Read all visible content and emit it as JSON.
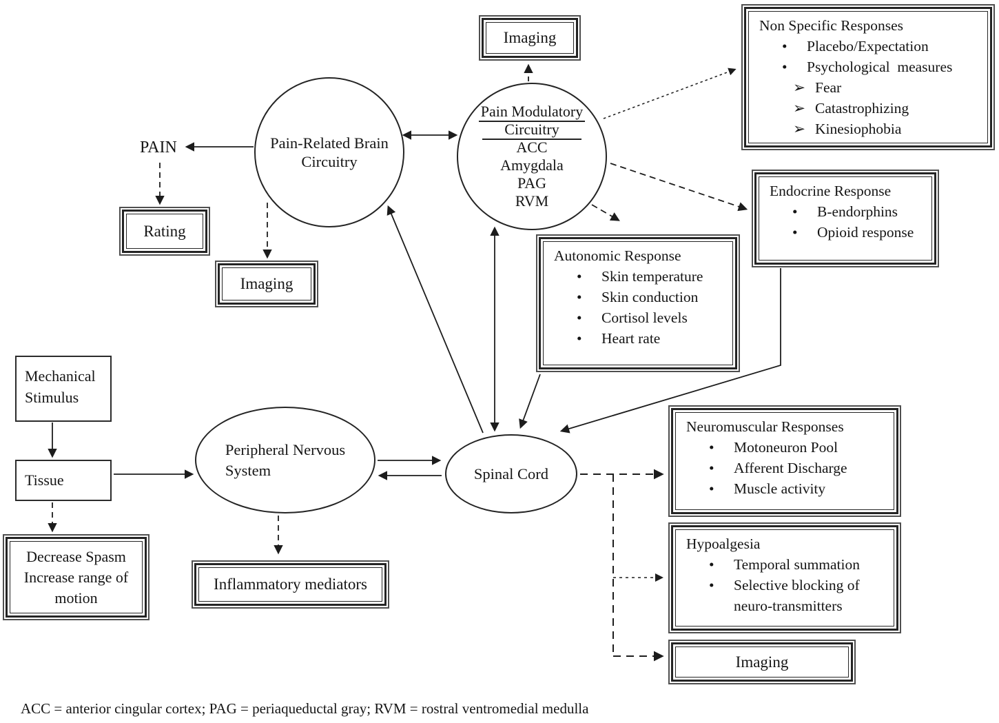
{
  "glyphs": {
    "bullet": "•",
    "arrow_bullet": "➢"
  },
  "colors": {
    "ink": "#1c1c1c",
    "border": "#242424",
    "background": "#ffffff"
  },
  "nodes": {
    "imaging_top": {
      "label": "Imaging"
    },
    "non_specific": {
      "title": "Non Specific Responses",
      "bullets": [
        "Placebo/Expectation",
        "Psychological  measures"
      ],
      "sub_bullets": [
        "Fear",
        "Catastrophizing",
        "Kinesiophobia"
      ]
    },
    "pain_related": {
      "line1": "Pain-Related Brain",
      "line2": "Circuitry"
    },
    "pain_modulatory": {
      "title1": "Pain Modulatory",
      "title2": "Circuitry",
      "regions": [
        "ACC",
        "Amygdala",
        "PAG",
        "RVM"
      ]
    },
    "pain": {
      "label": "PAIN"
    },
    "rating": {
      "label": "Rating"
    },
    "imaging_left": {
      "label": "Imaging"
    },
    "endocrine": {
      "title": "Endocrine Response",
      "bullets": [
        "B-endorphins",
        "Opioid response"
      ]
    },
    "autonomic": {
      "title": "Autonomic Response",
      "bullets": [
        "Skin temperature",
        "Skin conduction",
        "Cortisol levels",
        "Heart rate"
      ]
    },
    "mechanical": {
      "line1": "Mechanical",
      "line2": "Stimulus"
    },
    "tissue": {
      "label": "Tissue"
    },
    "decrease": {
      "line1": "Decrease Spasm",
      "line2": "Increase range of",
      "line3": "motion"
    },
    "pns": {
      "line1": "Peripheral Nervous",
      "line2": "System"
    },
    "inflammatory": {
      "label": "Inflammatory mediators"
    },
    "spinal": {
      "label": "Spinal Cord"
    },
    "neuromuscular": {
      "title": "Neuromuscular Responses",
      "bullets": [
        "Motoneuron Pool",
        "Afferent Discharge",
        "Muscle activity"
      ]
    },
    "hypoalgesia": {
      "title": "Hypoalgesia",
      "bullets": [
        "Temporal summation",
        "Selective blocking of neuro-transmitters"
      ]
    },
    "imaging_bottom": {
      "label": "Imaging"
    }
  },
  "footer": "ACC = anterior cingular cortex; PAG = periaqueductal gray; RVM = rostral ventromedial medulla"
}
